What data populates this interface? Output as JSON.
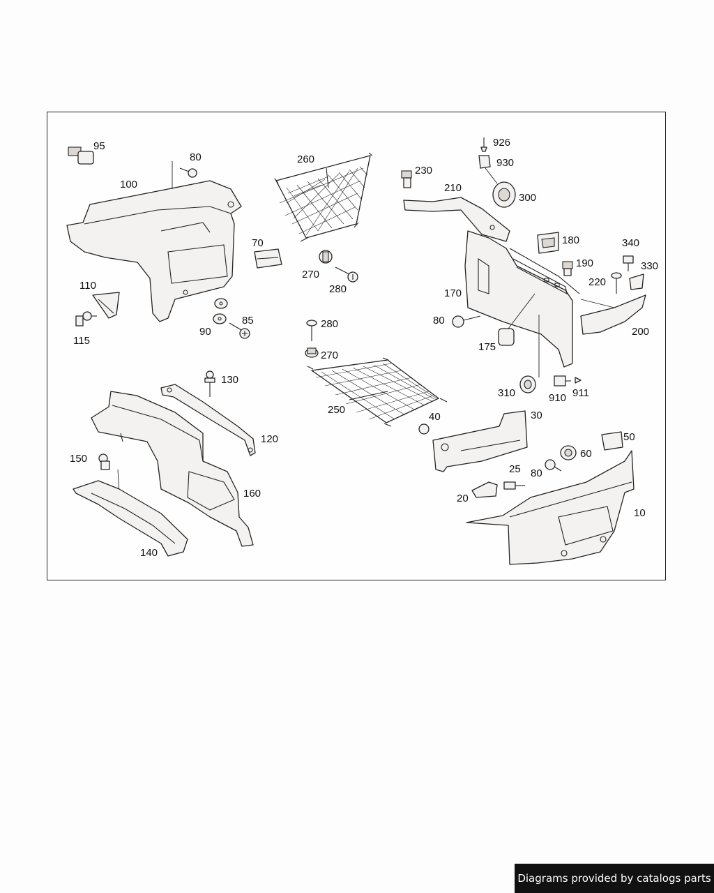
{
  "callouts": {
    "c95": "95",
    "c80a": "80",
    "c100": "100",
    "c260": "260",
    "c230": "230",
    "c926": "926",
    "c930": "930",
    "c210": "210",
    "c300": "300",
    "c70": "70",
    "c270a": "270",
    "c280a": "280",
    "c180": "180",
    "c340": "340",
    "c190": "190",
    "c330": "330",
    "c220": "220",
    "c110": "110",
    "c170": "170",
    "c115": "115",
    "c90": "90",
    "c85": "85",
    "c280b": "280",
    "c270b": "270",
    "c80b": "80",
    "c175": "175",
    "c200": "200",
    "c130": "130",
    "c310": "310",
    "c910": "910",
    "c911": "911",
    "c250": "250",
    "c40": "40",
    "c30": "30",
    "c120": "120",
    "c150": "150",
    "c50": "50",
    "c60": "60",
    "c25": "25",
    "c80c": "80",
    "c160": "160",
    "c20": "20",
    "c10": "10",
    "c140": "140"
  },
  "footer": {
    "credit": "Diagrams provided by catalogs parts"
  }
}
